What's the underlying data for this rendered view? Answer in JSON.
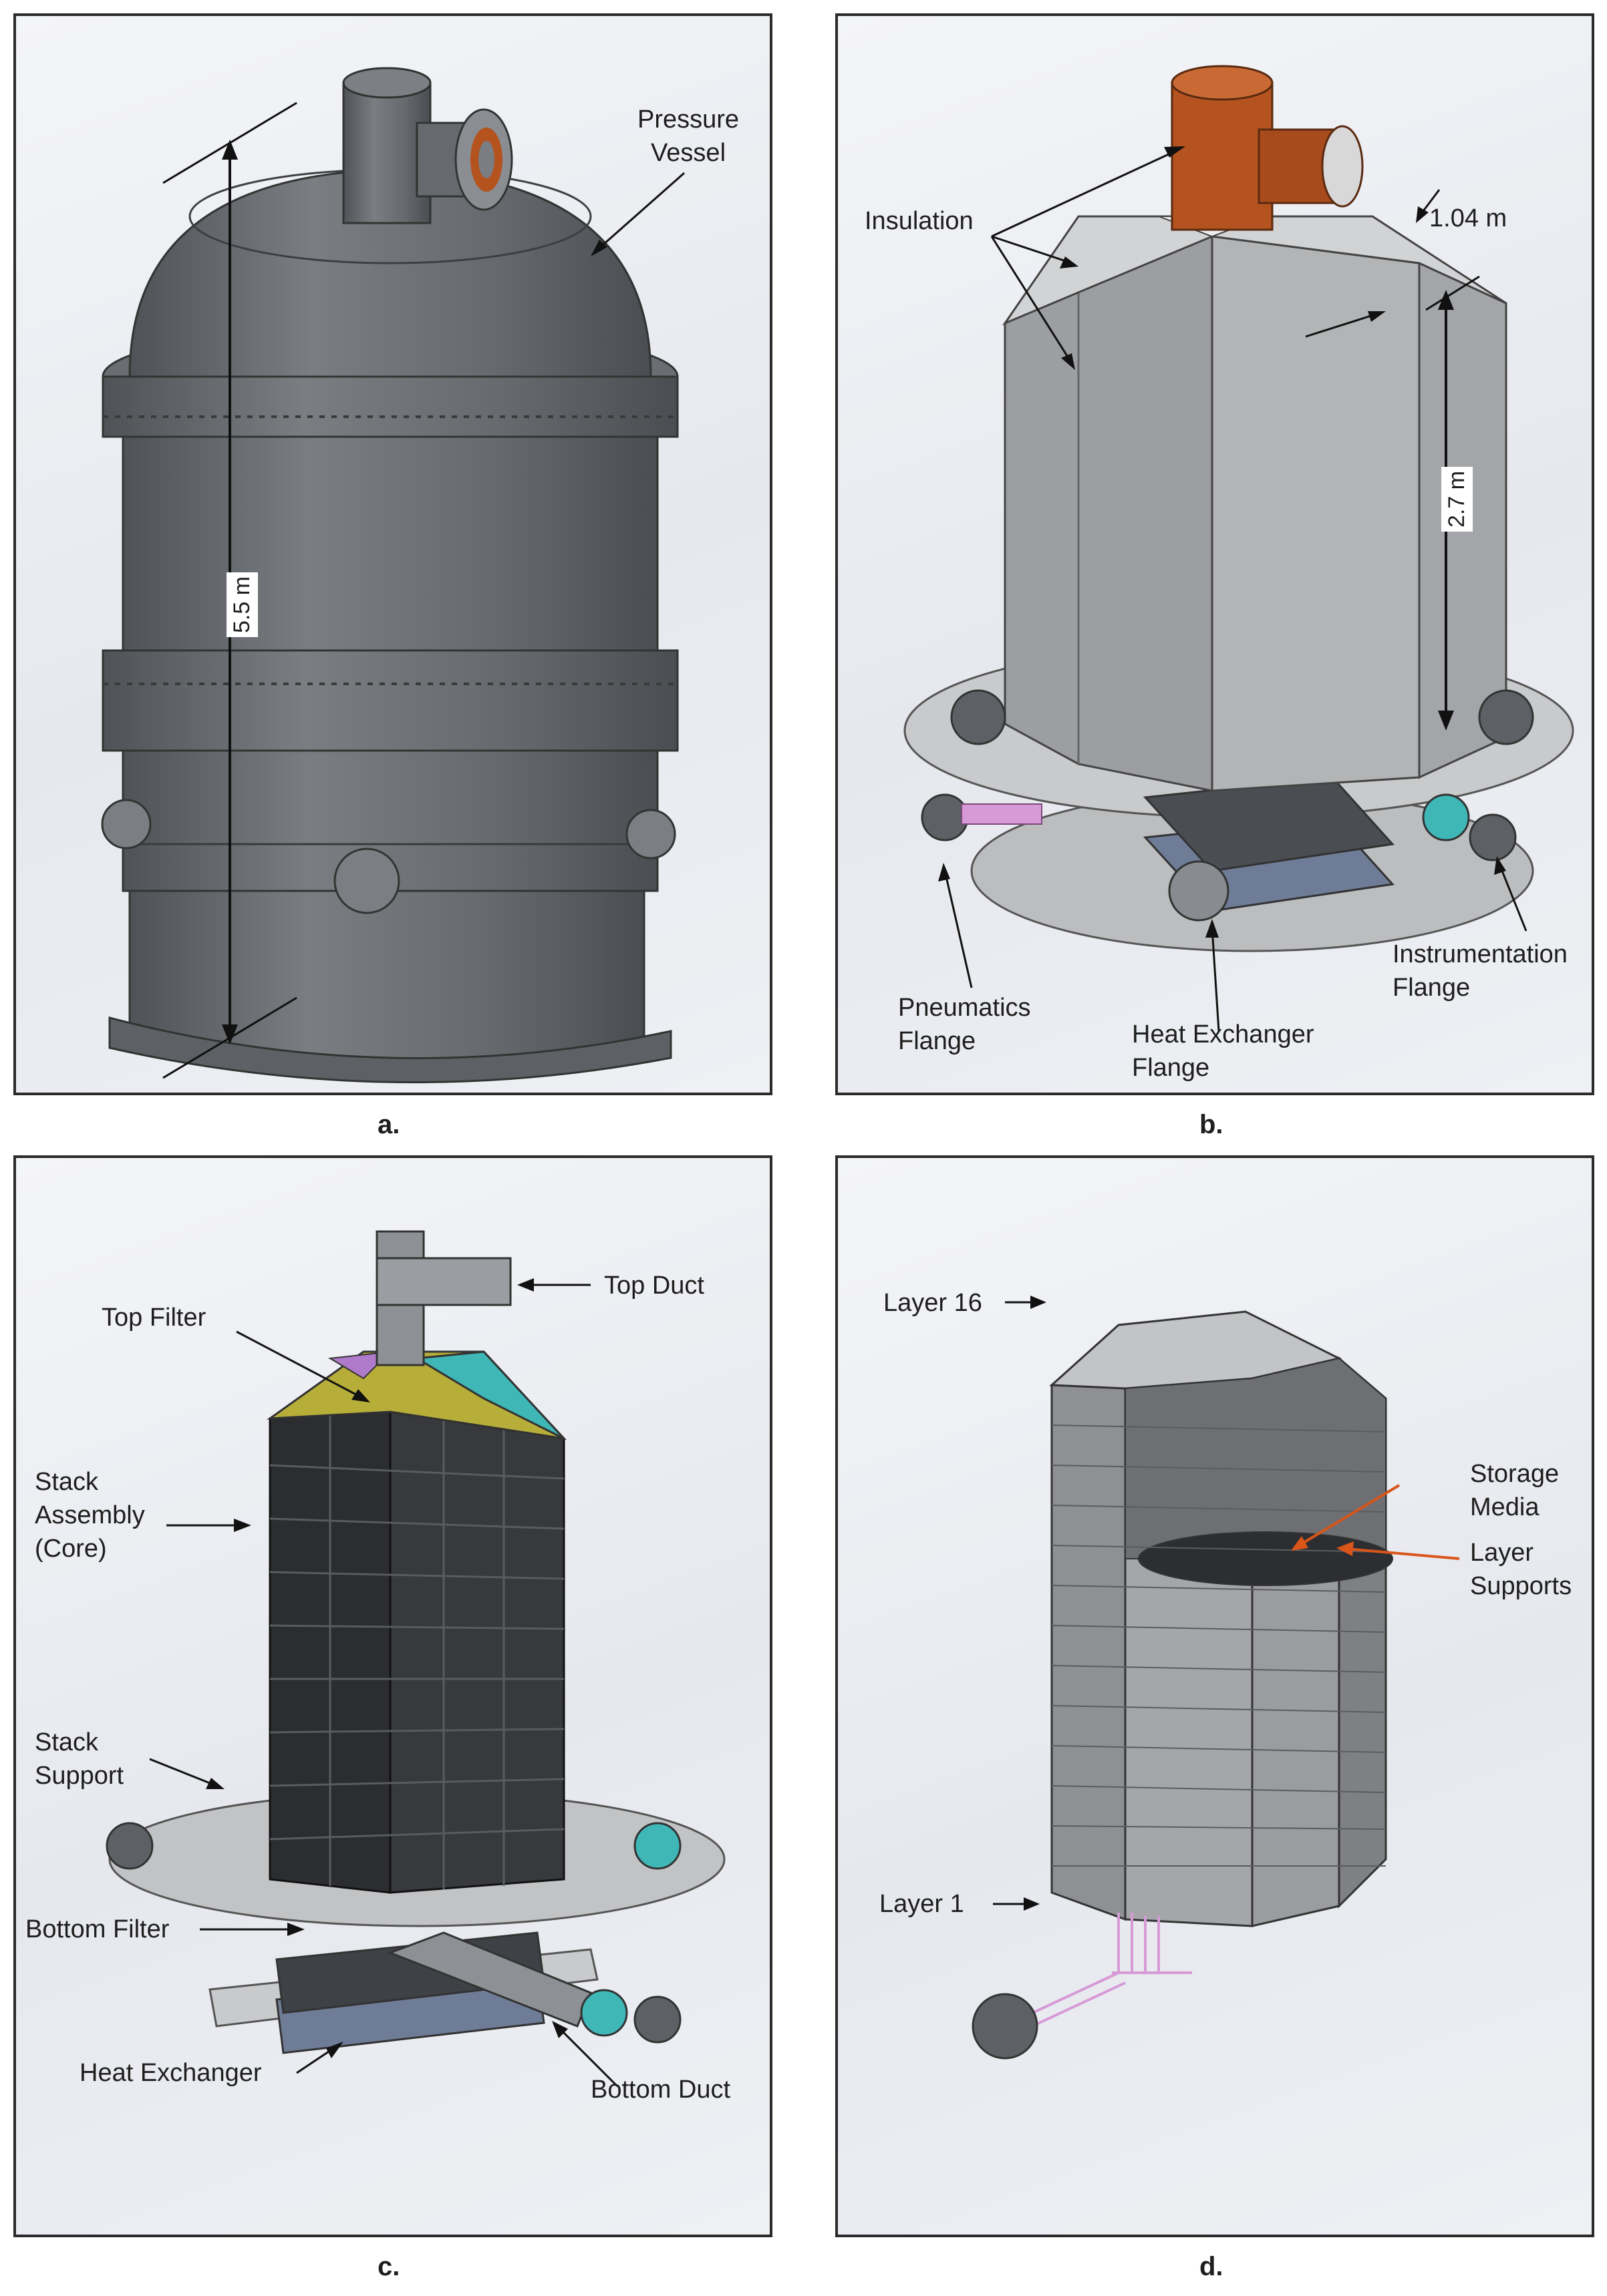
{
  "panels": {
    "a": {
      "caption": "a.",
      "labels": {
        "pressure_vessel_1": "Pressure",
        "pressure_vessel_2": "Vessel"
      },
      "dimension": "5.5 m"
    },
    "b": {
      "caption": "b.",
      "labels": {
        "insulation": "Insulation",
        "pneumatics_1": "Pneumatics",
        "pneumatics_2": "Flange",
        "heat_exchanger_1": "Heat Exchanger",
        "heat_exchanger_2": "Flange",
        "instrumentation_1": "Instrumentation",
        "instrumentation_2": "Flange"
      },
      "dimension_thickness": "1.04 m",
      "dimension_height": "2.7 m"
    },
    "c": {
      "caption": "c.",
      "labels": {
        "top_duct": "Top Duct",
        "top_filter": "Top Filter",
        "stack_assembly_1": "Stack",
        "stack_assembly_2": "Assembly",
        "stack_assembly_3": "(Core)",
        "stack_support_1": "Stack",
        "stack_support_2": "Support",
        "bottom_filter": "Bottom Filter",
        "heat_exchanger": "Heat Exchanger",
        "bottom_duct": "Bottom Duct"
      }
    },
    "d": {
      "caption": "d.",
      "labels": {
        "layer_16": "Layer 16",
        "layer_1": "Layer 1",
        "storage_media_1": "Storage",
        "storage_media_2": "Media",
        "layer_supports_1": "Layer",
        "layer_supports_2": "Supports"
      }
    }
  },
  "colors": {
    "steel": "#6f7276",
    "insulation": "#a9abae",
    "copper": "#b4531f",
    "filter_yellow": "#b7ae3a",
    "filter_cyan": "#3fb7b7",
    "pink_pipe": "#d79ad6",
    "hx_blue": "#6f7c97",
    "arrow_orange": "#d9551a"
  }
}
